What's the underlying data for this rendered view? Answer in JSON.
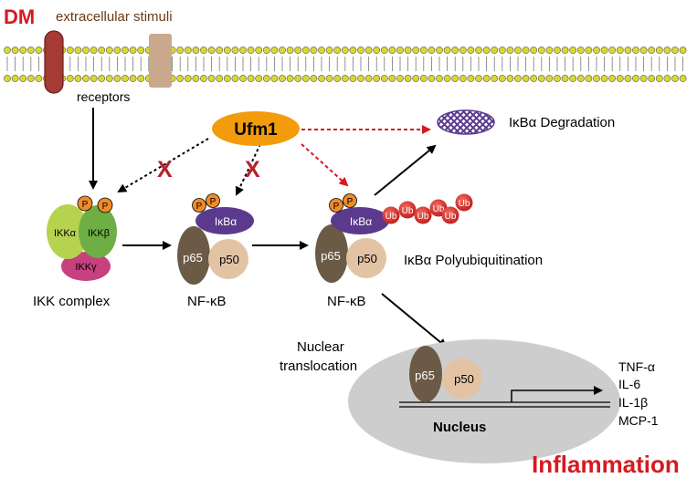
{
  "labels": {
    "dm": "DM",
    "stimuli": "extracellular stimuli",
    "receptors": "receptors",
    "ufm1": "Ufm1",
    "block_mark": "X",
    "degradation": "IκBα Degradation",
    "polyubiquitination": "IκBα Polyubiquitination",
    "ikk_complex": "IKK complex",
    "nfkb": "NF-κB",
    "nuclear": "Nuclear",
    "translocation": "translocation",
    "nucleus": "Nucleus",
    "inflammation": "Inflammation"
  },
  "proteins": {
    "p": "P",
    "ikka": "IKKα",
    "ikkb": "IKKβ",
    "ikkg": "IKKγ",
    "ikba": "IκBα",
    "p65": "p65",
    "p50": "p50",
    "ub": "Ub"
  },
  "genes": [
    "TNF-α",
    "IL-6",
    "IL-1β",
    "MCP-1"
  ],
  "colors": {
    "title_red": "#d71920",
    "ufm1_orange": "#f39c0b",
    "ikba_purple": "#5b3a8e",
    "p65_brown": "#6b5a45",
    "p50_tan": "#e2c4a4",
    "ub_red": "#d9302b",
    "ikka_green": "#b6d34f",
    "ikkb_green": "#6fae45",
    "ikkg_magenta": "#c6417d",
    "nucleus_gray": "#cdcdcd",
    "membrane_yellow": "#d8d834"
  }
}
